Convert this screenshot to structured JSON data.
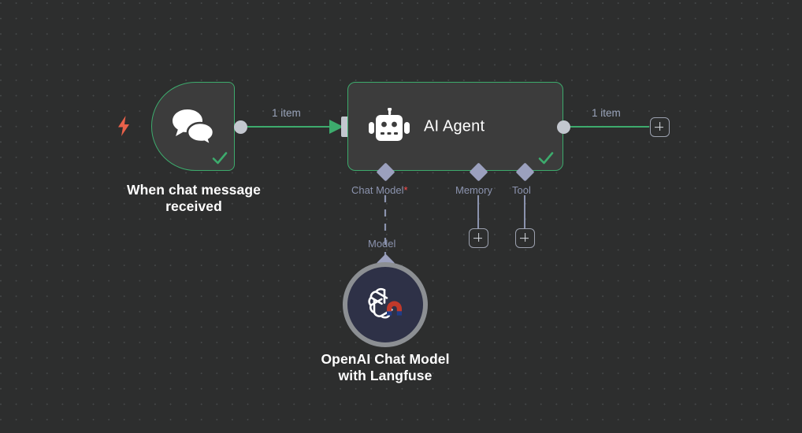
{
  "canvas": {
    "background_color": "#2d2e2e",
    "grid_dot_color": "#46494a",
    "accent_green": "#3dab6d",
    "port_gray": "#c3c7cf",
    "diamond_purple": "#9ba0be",
    "label_blue_gray": "#9aa4bb",
    "trigger_bolt_color": "#e8614a"
  },
  "nodes": {
    "trigger": {
      "title": "When chat message\nreceived",
      "icon": "chat-bubbles-icon",
      "bolt_icon": "lightning-bolt-icon",
      "status": "success",
      "status_icon": "check-icon"
    },
    "agent": {
      "title": "AI Agent",
      "icon": "robot-icon",
      "status": "success",
      "status_icon": "check-icon",
      "sub_ports": [
        {
          "label": "Chat Model",
          "required": true,
          "required_mark": "*"
        },
        {
          "label": "Memory",
          "required": false,
          "required_mark": ""
        },
        {
          "label": "Tool",
          "required": false,
          "required_mark": ""
        }
      ]
    },
    "model": {
      "title": "OpenAI Chat Model\nwith Langfuse",
      "icon": "openai-langfuse-icon",
      "connection_label": "Model"
    }
  },
  "connections": {
    "trigger_to_agent_label": "1 item",
    "agent_to_next_label": "1 item"
  },
  "buttons": {
    "add_after_agent": "+",
    "add_memory": "+",
    "add_tool": "+"
  }
}
